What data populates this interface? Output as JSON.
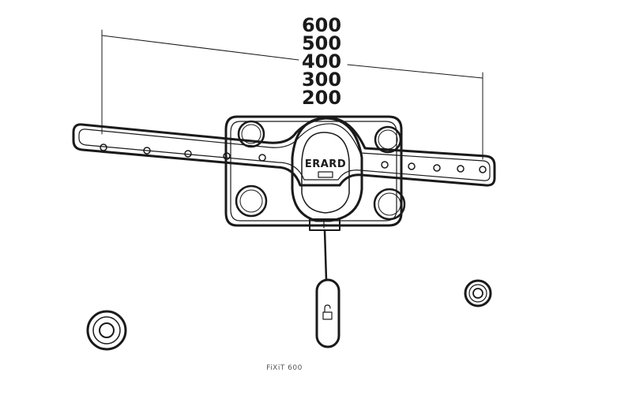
{
  "dimension_labels": [
    "600",
    "500",
    "400",
    "300",
    "200"
  ],
  "brand_label": "ERARD",
  "caption": "FiXiT 600",
  "colors": {
    "line": "#1a1a1a",
    "background": "#ffffff"
  },
  "icons": [
    "unlock-icon"
  ]
}
